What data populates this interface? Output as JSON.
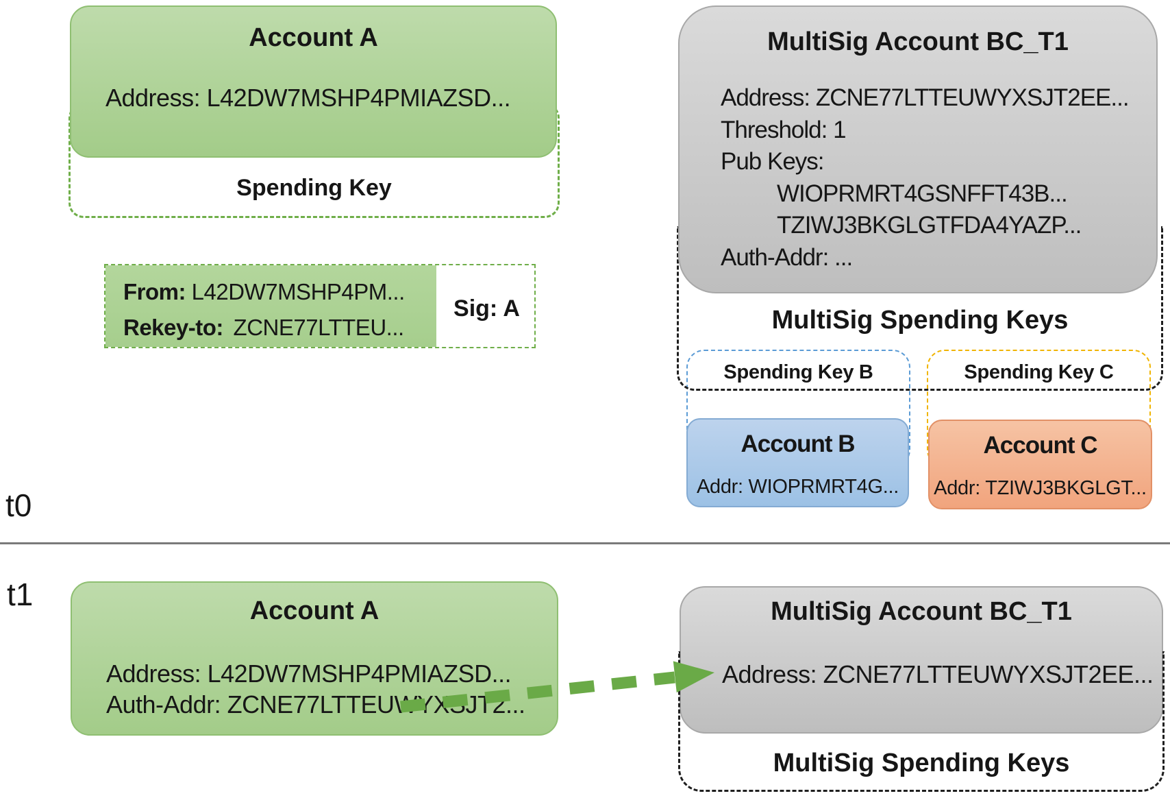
{
  "t0": {
    "label": "t0",
    "account_a": {
      "title": "Account A",
      "address": "Address: L42DW7MSHP4PMIAZSD..."
    },
    "spending_key": {
      "label": "Spending Key"
    },
    "rekey_txn": {
      "from_label": "From:",
      "from_value": "L42DW7MSHP4PM...",
      "rekey_label": "Rekey-to:",
      "rekey_value": "ZCNE77LTTEU...",
      "sig": "Sig: A"
    },
    "multisig": {
      "title": "MultiSig Account BC_T1",
      "address": "Address: ZCNE77LTTEUWYXSJT2EE...",
      "threshold": "Threshold: 1",
      "pubkeys_label": "Pub Keys:",
      "pubkey_1": "WIOPRMRT4GSNFFT43B...",
      "pubkey_2": "TZIWJ3BKGLGTFDA4YAZP...",
      "auth_addr": "Auth-Addr: ..."
    },
    "multisig_spending_keys": {
      "title": "MultiSig Spending Keys"
    },
    "spending_key_b": {
      "label": "Spending Key B"
    },
    "spending_key_c": {
      "label": "Spending Key C"
    },
    "account_b": {
      "title": "Account B",
      "address": "Addr: WIOPRMRT4G..."
    },
    "account_c": {
      "title": "Account C",
      "address": "Addr: TZIWJ3BKGLGT..."
    }
  },
  "t1": {
    "label": "t1",
    "account_a": {
      "title": "Account A",
      "address": "Address: L42DW7MSHP4PMIAZSD...",
      "auth_addr": "Auth-Addr: ZCNE77LTTEUWYXSJT2..."
    },
    "multisig": {
      "title": "MultiSig Account BC_T1",
      "address": "Address: ZCNE77LTTEUWYXSJT2EE..."
    },
    "multisig_spending_keys": {
      "title": "MultiSig Spending Keys"
    }
  },
  "colors": {
    "account_green": "#A9D18E",
    "green_dash": "#70AD47",
    "arrow_green": "#6AAA47",
    "account_blue": "#9DC3E6",
    "blue_dash": "#5B9BD5",
    "account_orange": "#F4B183",
    "yellow_dash": "#FFC000",
    "multisig_gray": "#D9D9D9",
    "black_dash": "#1F1F1F",
    "divider_gray": "#7A7A7A"
  }
}
